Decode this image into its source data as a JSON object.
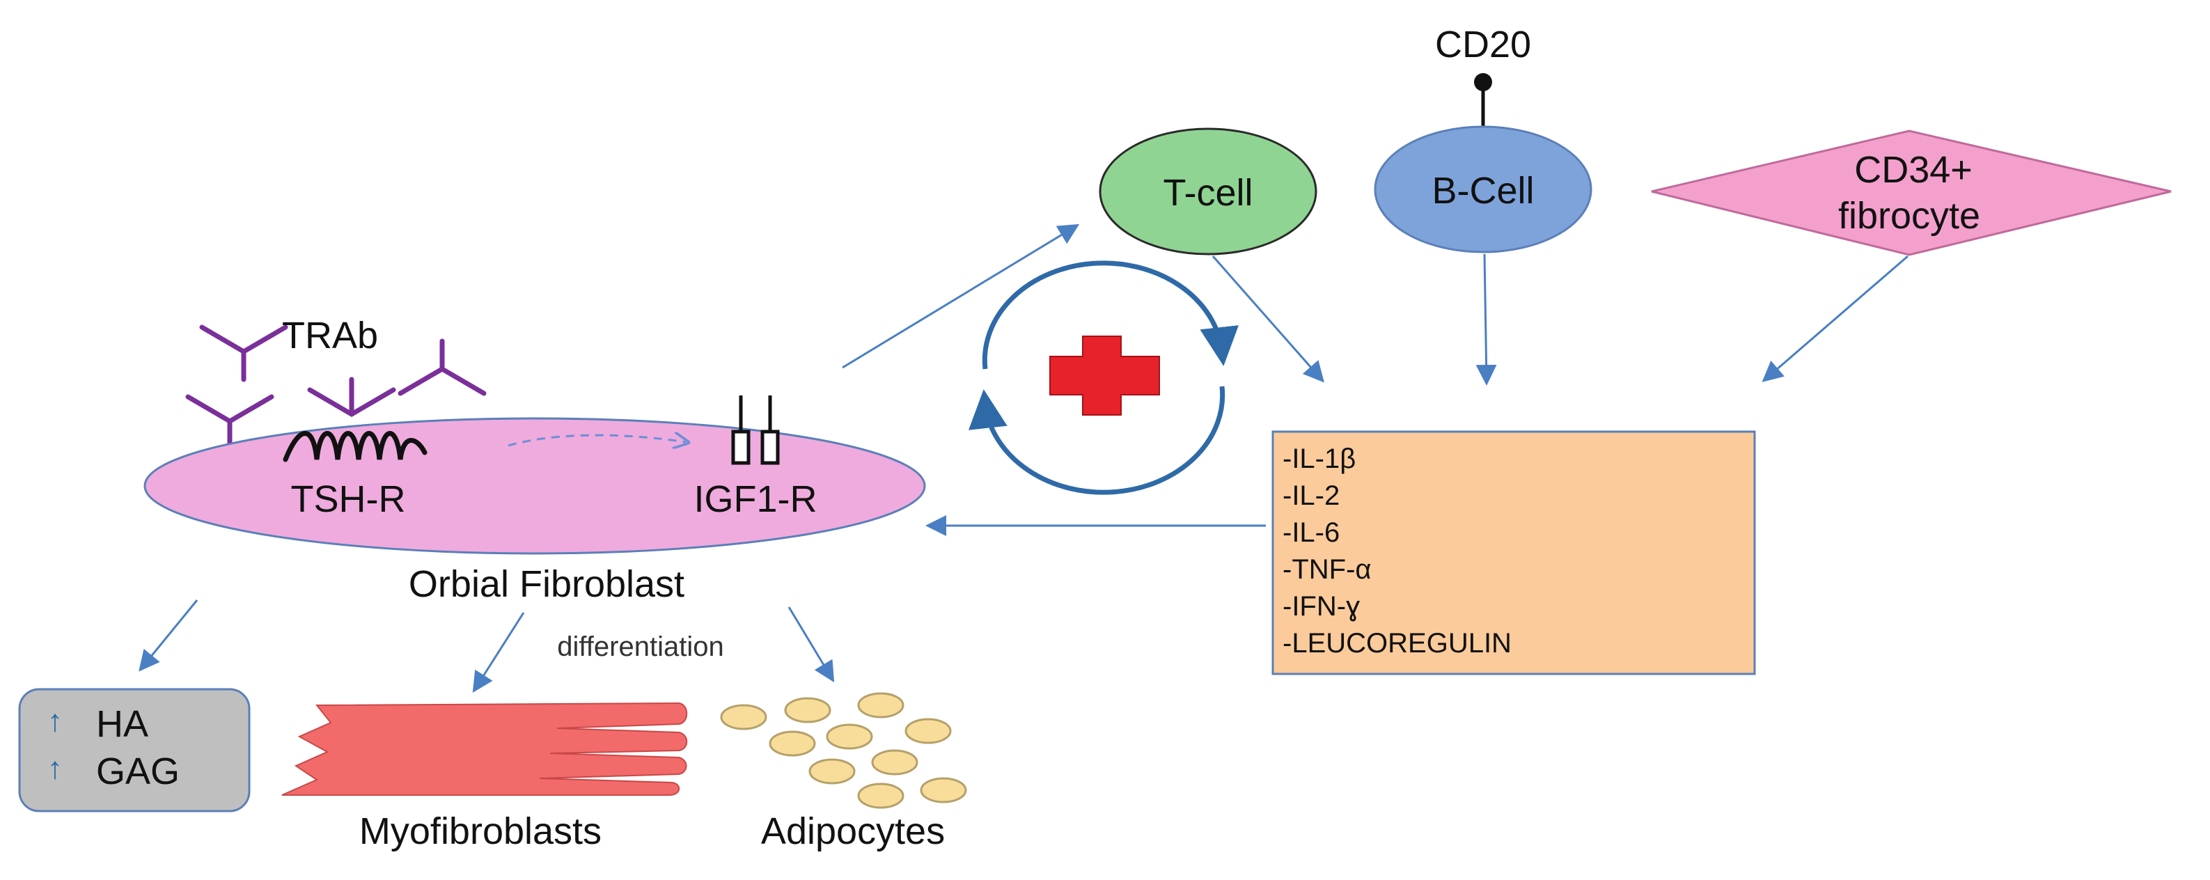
{
  "colors": {
    "arrow": "#4a7fc4",
    "tcell_fill": "#8fd493",
    "bcell_fill": "#7ea3db",
    "fibrocyte_fill": "#f4a0cc",
    "fibroblast_fill": "#efabdd",
    "cytokine_fill": "#fbcb9b",
    "haGag_fill": "#bfbfbf",
    "myofibroblast_fill": "#f36a6a",
    "adipocyte_fill": "#f8dd9a",
    "trab_color": "#7a2f9a",
    "plus_color": "#e8222a"
  },
  "labels": {
    "cd20": "CD20",
    "tcell": "T-cell",
    "bcell": "B-Cell",
    "fibrocyte_line1": "CD34+",
    "fibrocyte_line2": "fibrocyte",
    "trab": "TRAb",
    "tshr": "TSH-R",
    "igf1r": "IGF1-R",
    "fibroblast": "Orbial Fibroblast",
    "differentiation": "differentiation",
    "ha": "HA",
    "gag": "GAG",
    "myofibroblasts": "Myofibroblasts",
    "adipocytes": "Adipocytes"
  },
  "cytokines": [
    "-IL-1β",
    "-IL-2",
    "-IL-6",
    "-TNF-α",
    "-IFN-ɣ",
    "-LEUCOREGULIN"
  ],
  "icons": {
    "up_arrow": "↑",
    "cycle": "circular-arrows-icon",
    "plus": "red-cross-icon"
  }
}
